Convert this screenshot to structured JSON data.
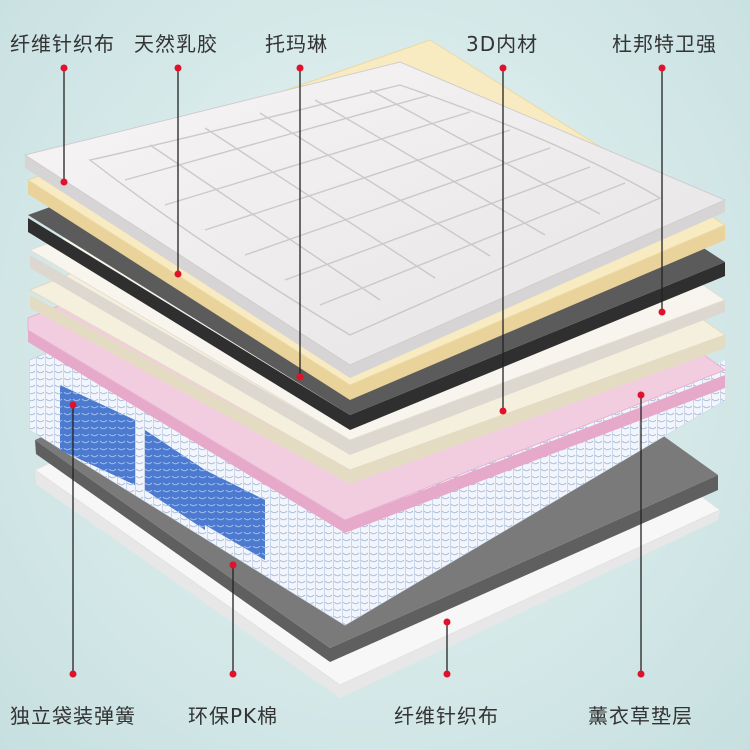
{
  "labels": {
    "top": [
      "纤维针织布",
      "天然乳胶",
      "托玛琳",
      "3D内材",
      "杜邦特卫强"
    ],
    "bottom": [
      "独立袋装弹簧",
      "环保PK棉",
      "纤维针织布",
      "薰衣草垫层"
    ]
  },
  "colors": {
    "leader_dot": "#e0122b",
    "leader_line": "#222222",
    "knit_fabric": "#f2f0f0",
    "latex": "#f7e9bf",
    "tourmaline": "#5a5a5a",
    "fiber_3d": "#f7f2e6",
    "dupont": "#f4efde",
    "lavender": "#f0c9dd",
    "spring_white": "#eef3fb",
    "spring_blue": "#3d6fc7",
    "pk_cotton": "#ffffff",
    "base_gray": "#6e6e6e",
    "base_fabric": "#f6f6f6"
  }
}
